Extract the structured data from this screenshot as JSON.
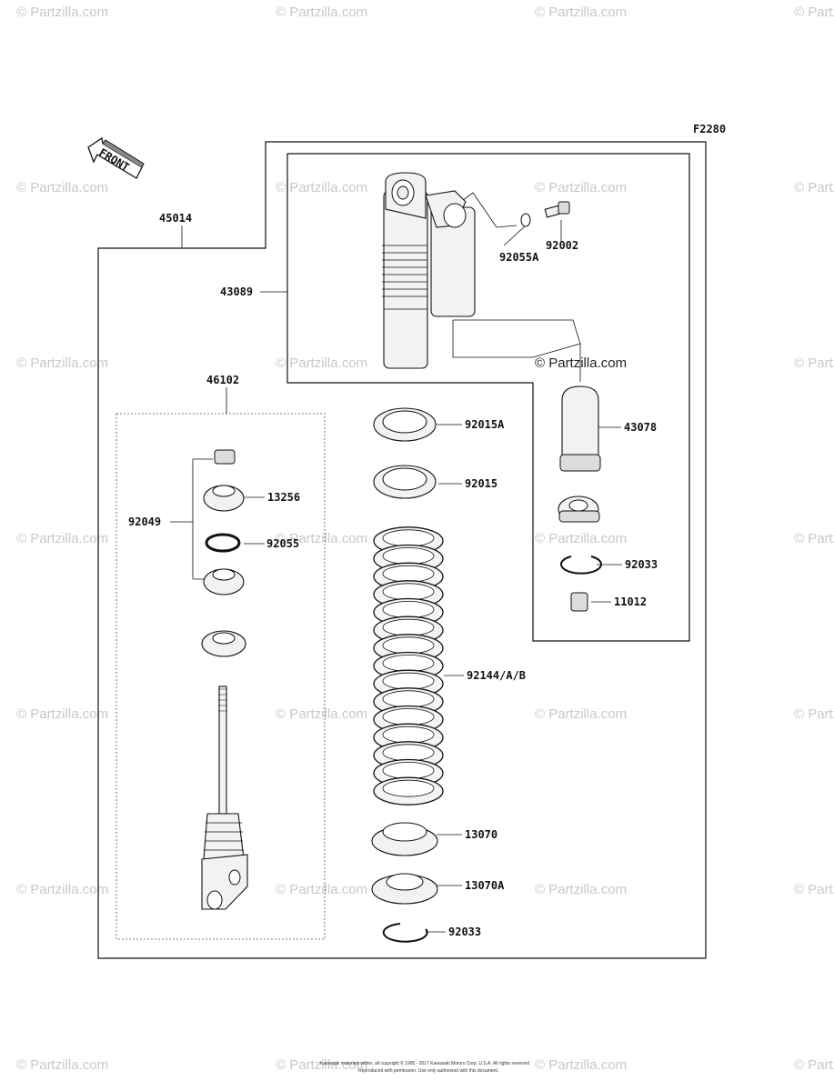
{
  "diagram": {
    "figure_code": "F2280",
    "front_label": "FRONT",
    "watermark": "© Partzilla.com",
    "copyright_line1": "Kawasaki materials within, all copyright © 1995 - 2017 Kawasaki Motors Corp. U.S.A. All rights reserved.",
    "copyright_line2": "Reproduced with permission. Use only authorized with this document.",
    "callouts": {
      "c45014": "45014",
      "c43089": "43089",
      "c92002": "92002",
      "c92055A": "92055A",
      "c46102": "46102",
      "c43078": "43078",
      "c92015A": "92015A",
      "c92015": "92015",
      "c13256": "13256",
      "c92049": "92049",
      "c92055": "92055",
      "c92033a": "92033",
      "c11012": "11012",
      "c92144": "92144/A/B",
      "c13070": "13070",
      "c13070A": "13070A",
      "c92033b": "92033"
    }
  }
}
